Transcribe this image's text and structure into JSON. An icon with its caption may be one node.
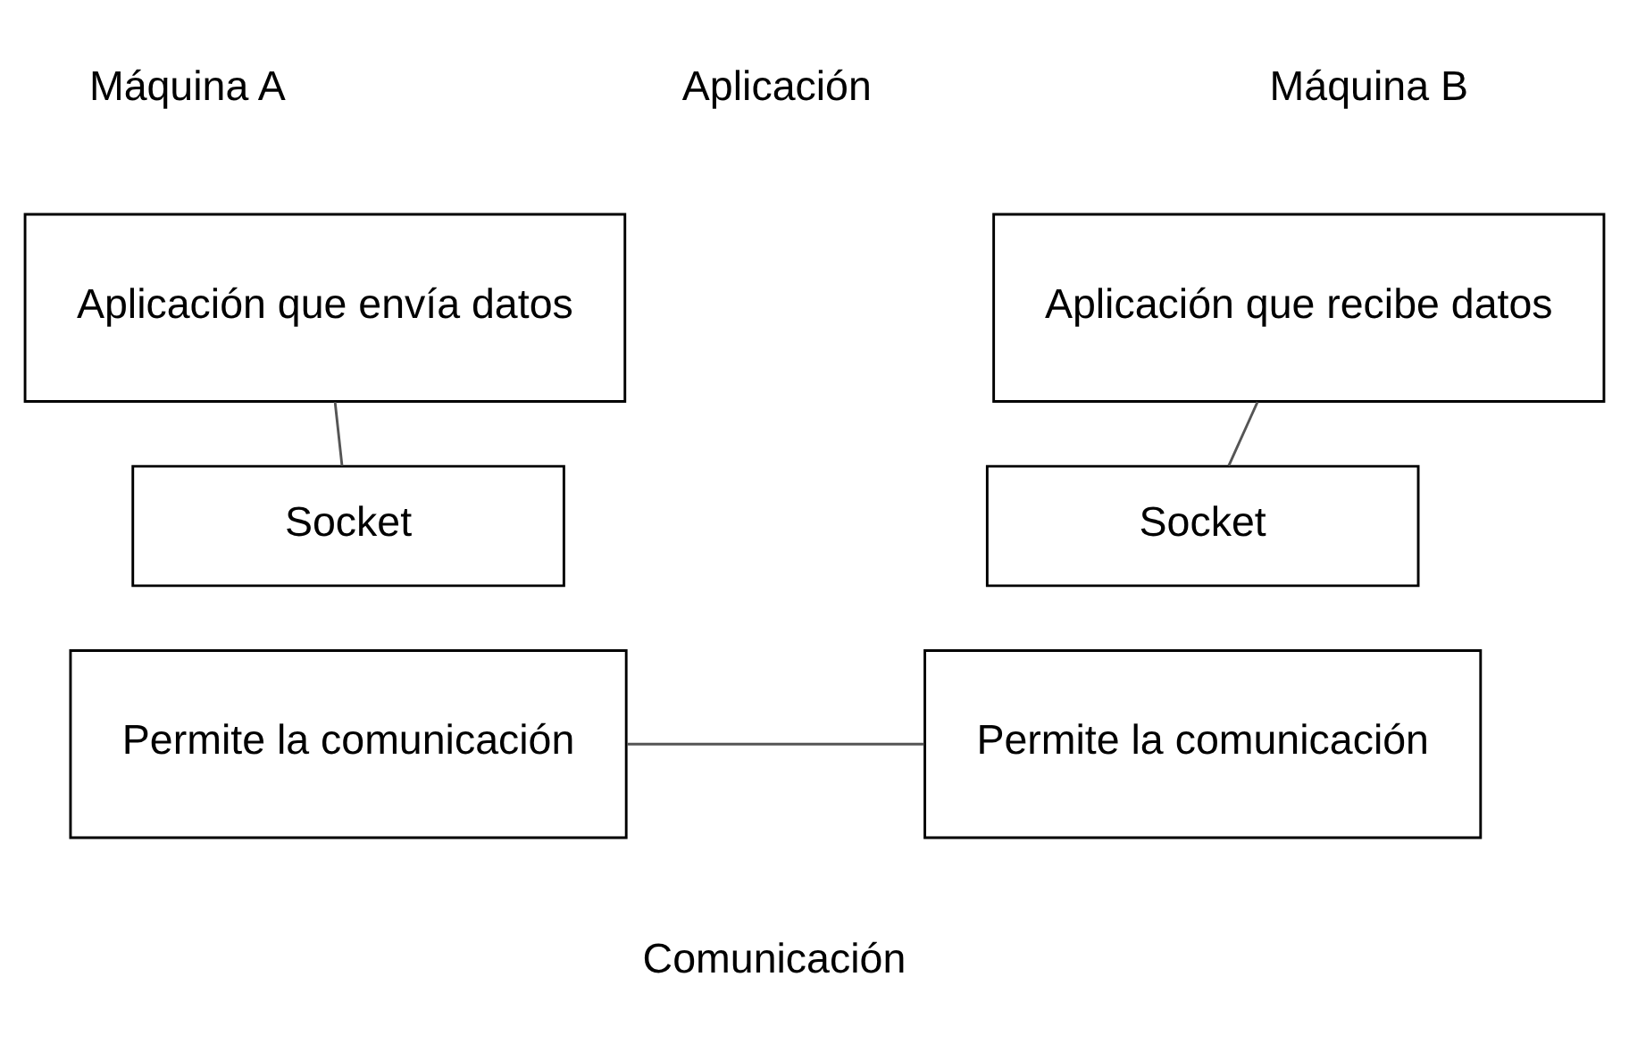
{
  "diagram": {
    "nodes": [
      {
        "text": [
          "Aplicación que envía datos"
        ]
      },
      {
        "text": [
          "Aplicación que recibe datos"
        ]
      },
      {
        "text": [
          "Socket"
        ]
      },
      {
        "text": [
          "Permite la comunicación"
        ]
      },
      {
        "text": [
          "Socket"
        ]
      },
      {
        "text": [
          "Permite la comunicación"
        ]
      }
    ],
    "edges": [
      {
        "from": 0,
        "to": 2,
        "arrow": "none"
      },
      {
        "from": 1,
        "to": 4,
        "arrow": "none"
      },
      {
        "from": 3,
        "to": 5,
        "arrow": "none"
      }
    ],
    "labels": [
      "Máquina A",
      "Aplicación",
      "Máquina B",
      "Comunicación"
    ]
  }
}
